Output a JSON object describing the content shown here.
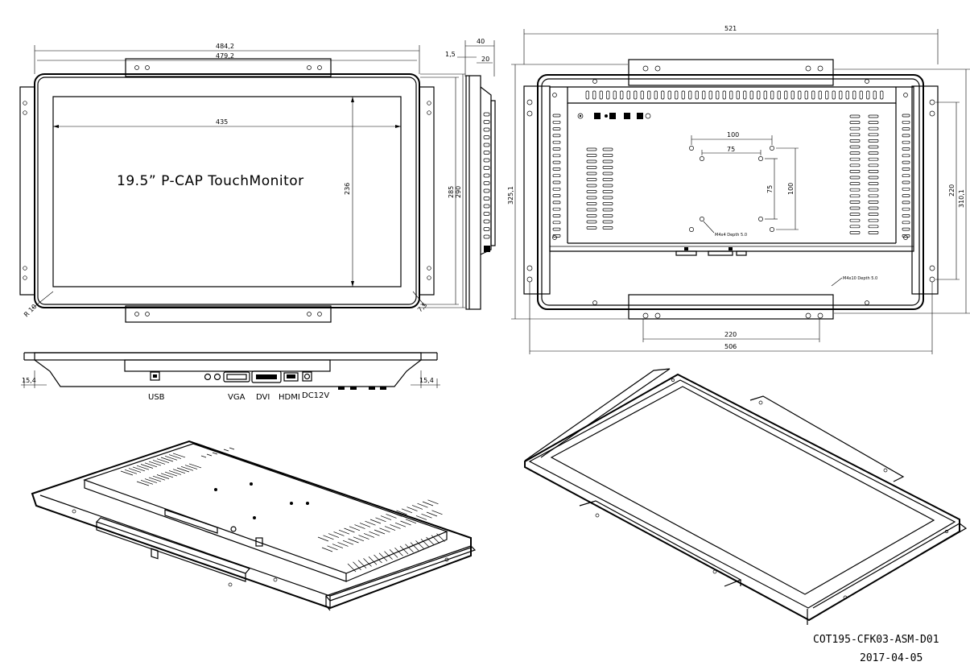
{
  "drawing": {
    "product_title": "19.5” P-CAP TouchMonitor",
    "drawing_number": "COT195-CFK03-ASM-D01",
    "date": "2017-04-05"
  },
  "front_view": {
    "overall_width": "484,2",
    "bezel_width": "479,2",
    "active_width": "435",
    "active_height": "236",
    "bezel_height": "285",
    "overall_height": "290",
    "corner_radius": "R 10",
    "corner_offset": "7,5"
  },
  "side_view": {
    "depth": "40",
    "front_thickness": "1,5",
    "body_depth": "20"
  },
  "rear_view": {
    "overall_width": "521",
    "overall_height": "325,1",
    "bracket_span_height": "310,1",
    "bracket_hole_height": "220",
    "vesa_100_width": "100",
    "vesa_75_width": "75",
    "vesa_75_height": "75",
    "vesa_100_height": "100",
    "vesa_note": "M4x4 Depth 5.0",
    "bracket_note": "M4x10 Depth 5.0",
    "bottom_hole_span": "220",
    "bottom_width": "506"
  },
  "bottom_view": {
    "left_offset": "15,4",
    "right_offset": "15,4",
    "ports": [
      {
        "label": "USB"
      },
      {
        "label": "VGA"
      },
      {
        "label": "DVI"
      },
      {
        "label": "HDMI"
      },
      {
        "label": "DC12V"
      }
    ]
  }
}
